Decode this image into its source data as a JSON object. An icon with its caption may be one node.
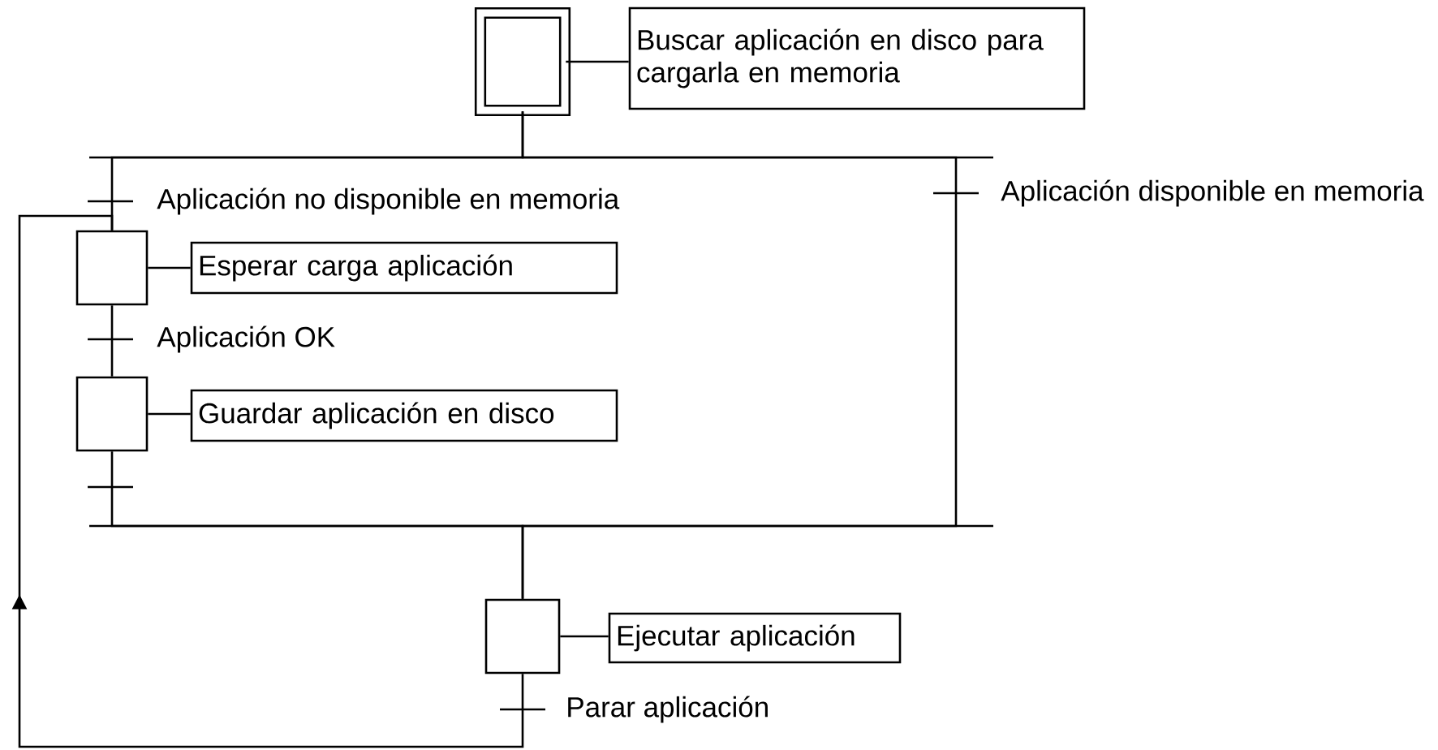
{
  "diagram": {
    "nodes": [
      {
        "text": [],
        "shape": "box"
      },
      {
        "text": [
          "Buscar aplicación en disco para cargarla en memoria"
        ]
      },
      {
        "text": [],
        "shape": "box"
      },
      {
        "text": [
          "Esperar carga aplicación"
        ]
      },
      {
        "text": [],
        "shape": "box"
      },
      {
        "text": [
          "Guardar aplicación en disco"
        ]
      },
      {
        "text": [],
        "shape": "box"
      },
      {
        "text": [
          "Ejecutar aplicación"
        ]
      }
    ],
    "edges": [
      {
        "from": 0,
        "to": 1,
        "arrow": "none"
      },
      {
        "from": 0,
        "to": 2,
        "arrow": "none"
      },
      {
        "from": 2,
        "to": 3,
        "arrow": "none"
      },
      {
        "from": 2,
        "to": 4,
        "arrow": "none"
      },
      {
        "from": 4,
        "to": 5,
        "arrow": "none"
      },
      {
        "from": 4,
        "to": 6,
        "arrow": "none"
      },
      {
        "from": 0,
        "to": 6,
        "arrow": "none"
      },
      {
        "from": 6,
        "to": 7,
        "arrow": "none"
      },
      {
        "from": 6,
        "to": 2,
        "arrow": "to"
      }
    ],
    "labels": [
      "Aplicación no disponible en memoria",
      "Aplicación disponible en memoria",
      "Aplicación OK",
      "Parar aplicación"
    ]
  }
}
